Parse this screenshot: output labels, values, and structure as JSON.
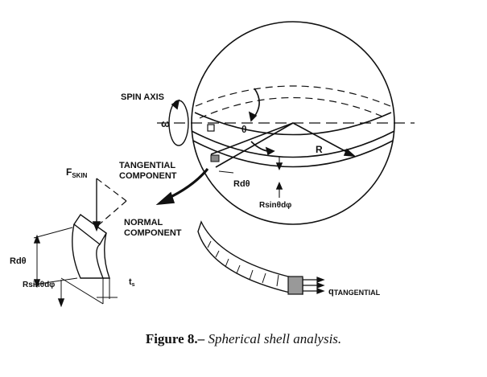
{
  "figure": {
    "labels": {
      "spin_axis": "SPIN AXIS",
      "omega": "ω",
      "theta": "θ",
      "radius": "R",
      "tangential_component": [
        "TANGENTIAL",
        "COMPONENT"
      ],
      "f_skin_main": "F",
      "f_skin_sub": "SKIN",
      "normal_component": [
        "NORMAL",
        "COMPONENT"
      ],
      "r_dtheta": "Rdθ",
      "r_sin_theta_dphi": "Rsinθdφ",
      "element_r_dtheta": "Rdθ",
      "element_r_sin_theta_dphi": "Rsinθdφ",
      "thickness_main": "t",
      "thickness_sub": "s",
      "q_main": "q",
      "q_sub": "TANGENTIAL"
    }
  },
  "caption": {
    "number": "Figure 8.–",
    "title": "Spherical shell analysis."
  }
}
